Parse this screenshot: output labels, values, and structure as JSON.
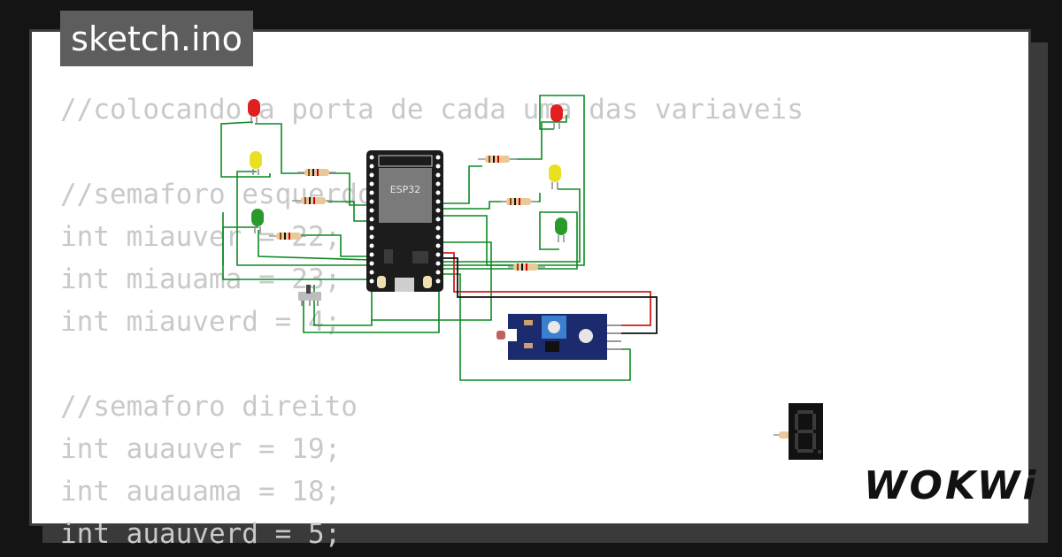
{
  "title": "sketch.ino",
  "brand": "WOKWi",
  "code_lines": [
    "//colocando a porta de cada uma das variaveis",
    "",
    "//semaforo esquerdo",
    "int miauver = 22;",
    "int miauama = 23;",
    "int miauverd = 4;",
    "",
    "//semaforo direito",
    "int auauver = 19;",
    "int auauama = 18;",
    "int auauverd = 5;"
  ],
  "board": {
    "label": "ESP32"
  },
  "colors": {
    "background": "#141414",
    "card": "#ffffff",
    "code_text": "#c9c9c9",
    "wire_green": "#0a8a22",
    "wire_red": "#d41c1c",
    "wire_black": "#111111",
    "led_red": "#e02020",
    "led_yellow": "#e8e020",
    "led_green": "#2a9a2a",
    "sensor_board": "#1c2a6e"
  }
}
